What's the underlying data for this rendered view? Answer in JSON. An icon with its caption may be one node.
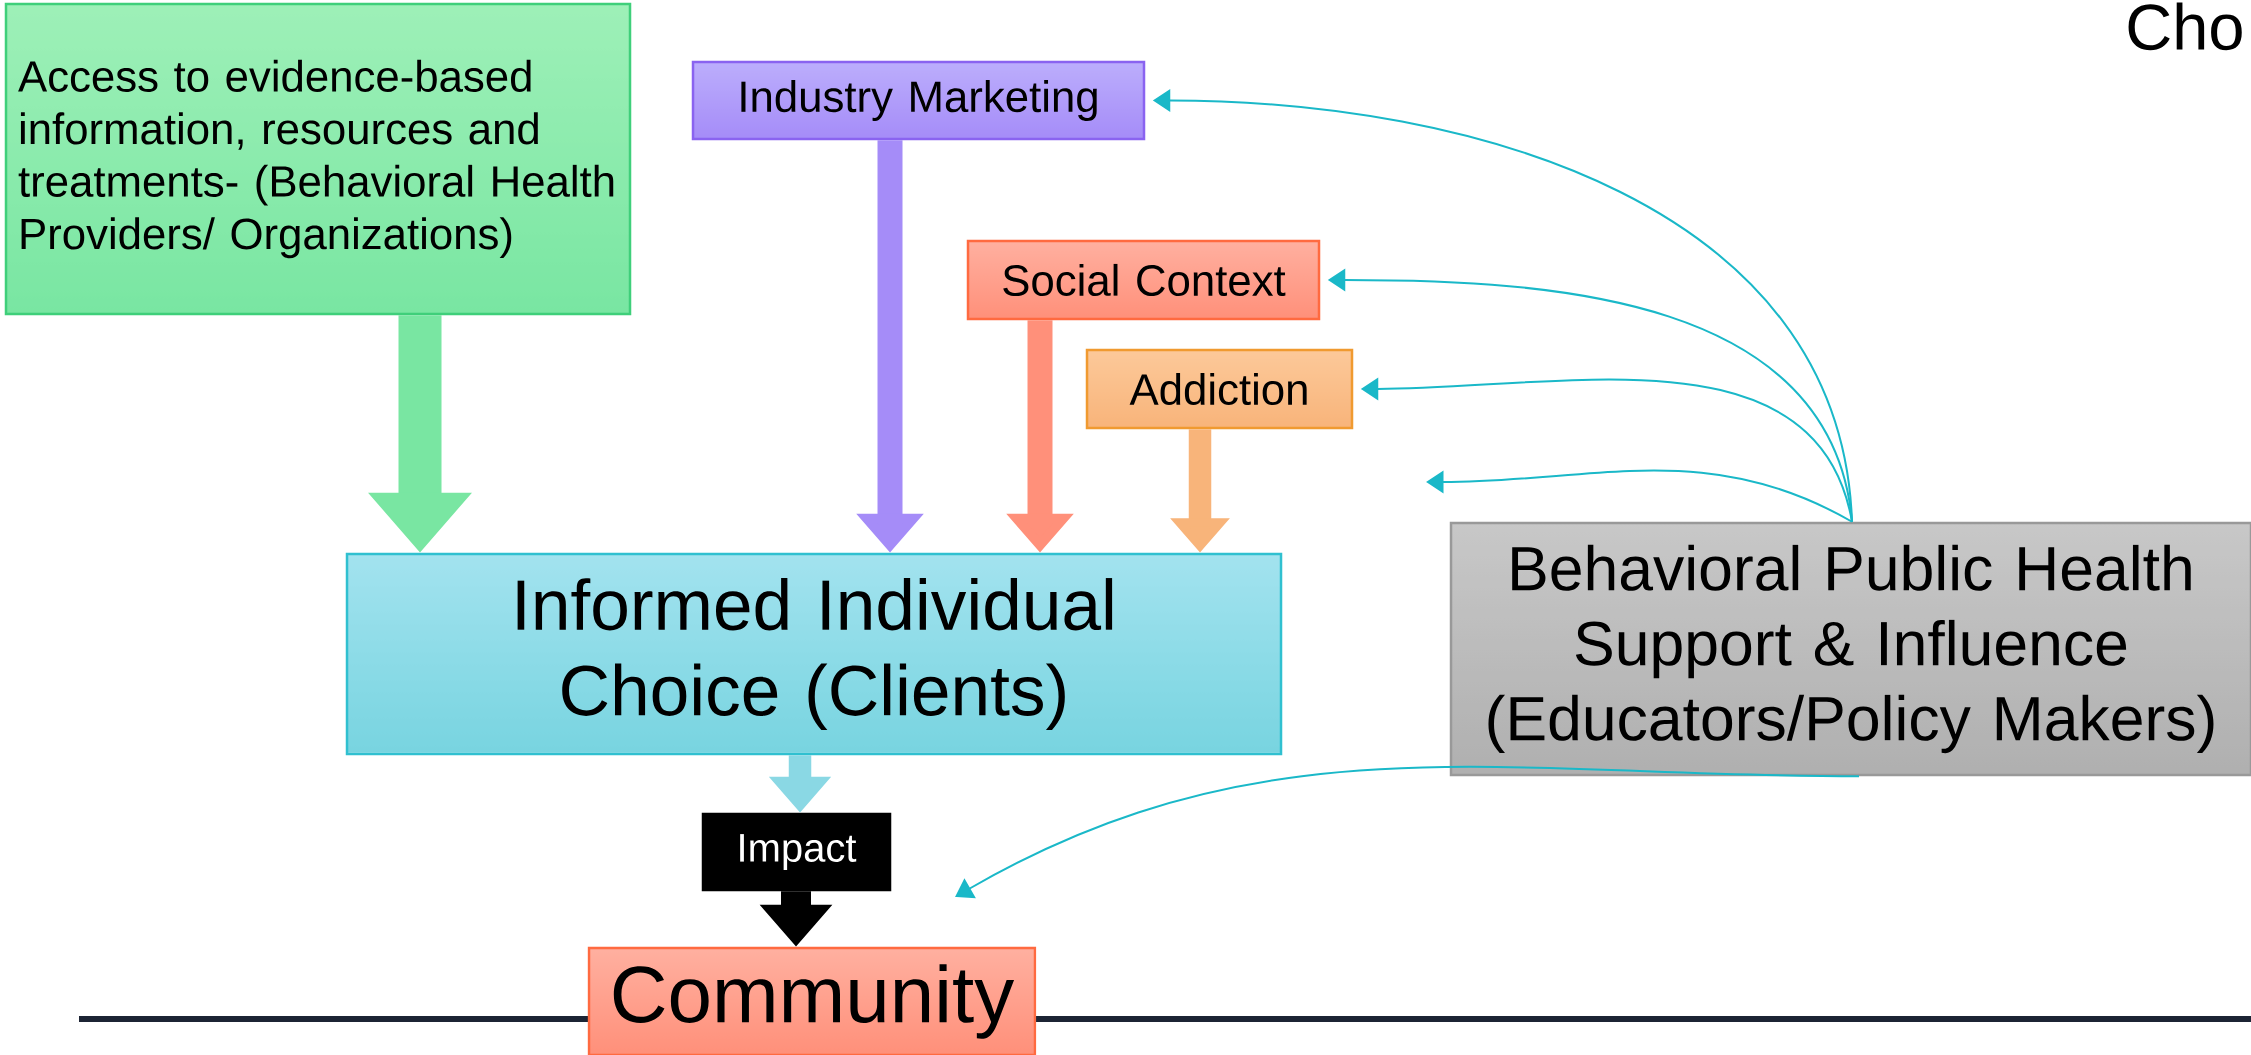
{
  "diagram": {
    "title": "Cho",
    "nodes": [
      {
        "text": [
          "Access to evidence-based information, resources and treatments- (Behavioral Health Providers/ Organizations)"
        ]
      },
      {
        "text": [
          "Industry Marketing"
        ]
      },
      {
        "text": [
          "Social Context"
        ]
      },
      {
        "text": [
          "Addiction"
        ]
      },
      {
        "text": [
          "Informed Individual Choice (Clients)"
        ]
      },
      {
        "text": [
          "Behavioral Public Health Support & Influence (Educators/Policy Makers)"
        ]
      },
      {
        "text": [
          "Impact"
        ]
      },
      {
        "text": [
          "Community"
        ]
      }
    ],
    "edges": [
      {
        "from": 0,
        "to": 4,
        "arrow": "to",
        "style": "thick",
        "color": "#79e6a2"
      },
      {
        "from": 1,
        "to": 4,
        "arrow": "to",
        "color": "#a58cf8"
      },
      {
        "from": 2,
        "to": 4,
        "arrow": "to",
        "color": "#ff907a"
      },
      {
        "from": 3,
        "to": 4,
        "arrow": "to",
        "color": "#f8b47a"
      },
      {
        "from": 4,
        "to": 6,
        "arrow": "to",
        "color": "#8ad8e4"
      },
      {
        "from": 6,
        "to": 7,
        "arrow": "to",
        "color": "#000000"
      },
      {
        "from": 5,
        "to": 1,
        "arrow": "to"
      },
      {
        "from": 5,
        "to": 2,
        "arrow": "to"
      },
      {
        "from": 5,
        "to": 3,
        "arrow": "to"
      },
      {
        "from": 5,
        "to": null,
        "arrow": "to"
      },
      {
        "from": 5,
        "to": null,
        "arrow": "to"
      }
    ]
  }
}
